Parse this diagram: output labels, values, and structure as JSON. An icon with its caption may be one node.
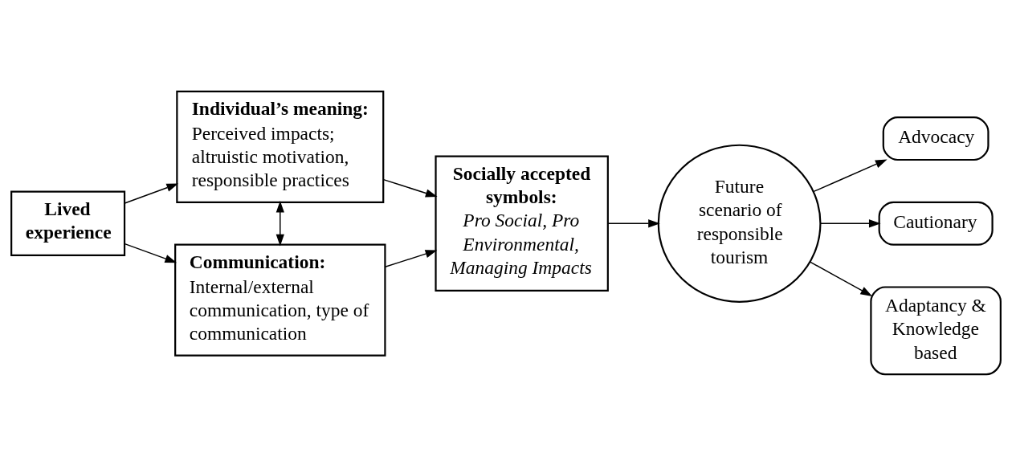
{
  "diagram": {
    "nodes": [
      {
        "text": [
          "Lived experience"
        ]
      },
      {
        "text": [
          "Individual’s meaning:",
          "Perceived impacts; altruistic motivation, responsible practices"
        ]
      },
      {
        "text": [
          "Communication:",
          "Internal/external communication, type of communication"
        ]
      },
      {
        "text": [
          "Socially accepted symbols:",
          "Pro Social, Pro Environmental, Managing Impacts"
        ]
      },
      {
        "text": [
          "Future scenario of responsible tourism"
        ]
      },
      {
        "text": [
          "Advocacy"
        ]
      },
      {
        "text": [
          "Cautionary"
        ]
      },
      {
        "text": [
          "Adaptancy & Knowledge based"
        ]
      }
    ],
    "edges": [
      {
        "from": 0,
        "to": 1,
        "arrow": "to"
      },
      {
        "from": 0,
        "to": 2,
        "arrow": "to"
      },
      {
        "from": 1,
        "to": 2,
        "arrow": "both"
      },
      {
        "from": 1,
        "to": 3,
        "arrow": "to"
      },
      {
        "from": 2,
        "to": 3,
        "arrow": "to"
      },
      {
        "from": 3,
        "to": 4,
        "arrow": "to"
      },
      {
        "from": 4,
        "to": 5,
        "arrow": "to"
      },
      {
        "from": 4,
        "to": 6,
        "arrow": "to"
      },
      {
        "from": 4,
        "to": 7,
        "arrow": "to"
      }
    ]
  }
}
